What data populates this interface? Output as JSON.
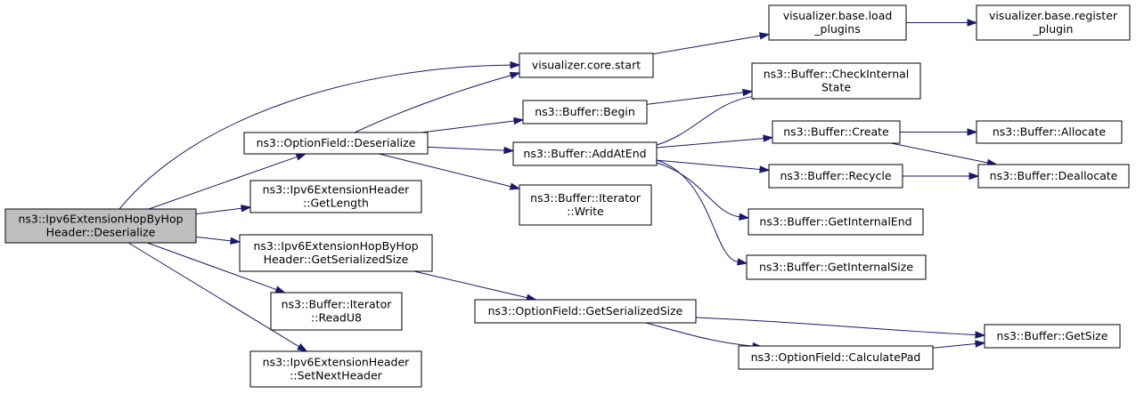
{
  "diagram": {
    "nodes": [
      {
        "id": "root",
        "lines": [
          "ns3::Ipv6ExtensionHopByHop",
          "Header::Deserialize"
        ],
        "root": true
      },
      {
        "id": "of_deser",
        "lines": [
          "ns3::OptionField::Deserialize"
        ]
      },
      {
        "id": "ipv6_getlen",
        "lines": [
          "ns3::Ipv6ExtensionHeader",
          "::GetLength"
        ]
      },
      {
        "id": "hbh_getser",
        "lines": [
          "ns3::Ipv6ExtensionHopByHop",
          "Header::GetSerializedSize"
        ]
      },
      {
        "id": "iter_readu8",
        "lines": [
          "ns3::Buffer::Iterator",
          "::ReadU8"
        ]
      },
      {
        "id": "ipv6_setnext",
        "lines": [
          "ns3::Ipv6ExtensionHeader",
          "::SetNextHeader"
        ]
      },
      {
        "id": "vis_start",
        "lines": [
          "visualizer.core.start"
        ]
      },
      {
        "id": "buf_begin",
        "lines": [
          "ns3::Buffer::Begin"
        ]
      },
      {
        "id": "buf_addatend",
        "lines": [
          "ns3::Buffer::AddAtEnd"
        ]
      },
      {
        "id": "iter_write",
        "lines": [
          "ns3::Buffer::Iterator",
          "::Write"
        ]
      },
      {
        "id": "of_getser",
        "lines": [
          "ns3::OptionField::GetSerializedSize"
        ]
      },
      {
        "id": "vis_load",
        "lines": [
          "visualizer.base.load",
          "_plugins"
        ]
      },
      {
        "id": "vis_register",
        "lines": [
          "visualizer.base.register",
          "_plugin"
        ]
      },
      {
        "id": "buf_check",
        "lines": [
          "ns3::Buffer::CheckInternal",
          "State"
        ]
      },
      {
        "id": "buf_create",
        "lines": [
          "ns3::Buffer::Create"
        ]
      },
      {
        "id": "buf_recycle",
        "lines": [
          "ns3::Buffer::Recycle"
        ]
      },
      {
        "id": "buf_getend",
        "lines": [
          "ns3::Buffer::GetInternalEnd"
        ]
      },
      {
        "id": "buf_getintsize",
        "lines": [
          "ns3::Buffer::GetInternalSize"
        ]
      },
      {
        "id": "buf_allocate",
        "lines": [
          "ns3::Buffer::Allocate"
        ]
      },
      {
        "id": "buf_dealloc",
        "lines": [
          "ns3::Buffer::Deallocate"
        ]
      },
      {
        "id": "of_calcpad",
        "lines": [
          "ns3::OptionField::CalculatePad"
        ]
      },
      {
        "id": "buf_getsize",
        "lines": [
          "ns3::Buffer::GetSize"
        ]
      }
    ],
    "edges": [
      [
        "root",
        "vis_start"
      ],
      [
        "root",
        "of_deser"
      ],
      [
        "root",
        "ipv6_getlen"
      ],
      [
        "root",
        "hbh_getser"
      ],
      [
        "root",
        "iter_readu8"
      ],
      [
        "root",
        "ipv6_setnext"
      ],
      [
        "of_deser",
        "vis_start"
      ],
      [
        "of_deser",
        "buf_begin"
      ],
      [
        "of_deser",
        "buf_addatend"
      ],
      [
        "of_deser",
        "iter_write"
      ],
      [
        "hbh_getser",
        "of_getser"
      ],
      [
        "vis_start",
        "vis_load"
      ],
      [
        "vis_load",
        "vis_register"
      ],
      [
        "buf_begin",
        "buf_check"
      ],
      [
        "buf_addatend",
        "buf_check"
      ],
      [
        "buf_addatend",
        "buf_create"
      ],
      [
        "buf_addatend",
        "buf_recycle"
      ],
      [
        "buf_addatend",
        "buf_getend"
      ],
      [
        "buf_addatend",
        "buf_getintsize"
      ],
      [
        "buf_create",
        "buf_allocate"
      ],
      [
        "buf_create",
        "buf_dealloc"
      ],
      [
        "buf_recycle",
        "buf_dealloc"
      ],
      [
        "of_getser",
        "buf_getsize"
      ],
      [
        "of_getser",
        "of_calcpad"
      ],
      [
        "of_calcpad",
        "buf_getsize"
      ]
    ]
  }
}
